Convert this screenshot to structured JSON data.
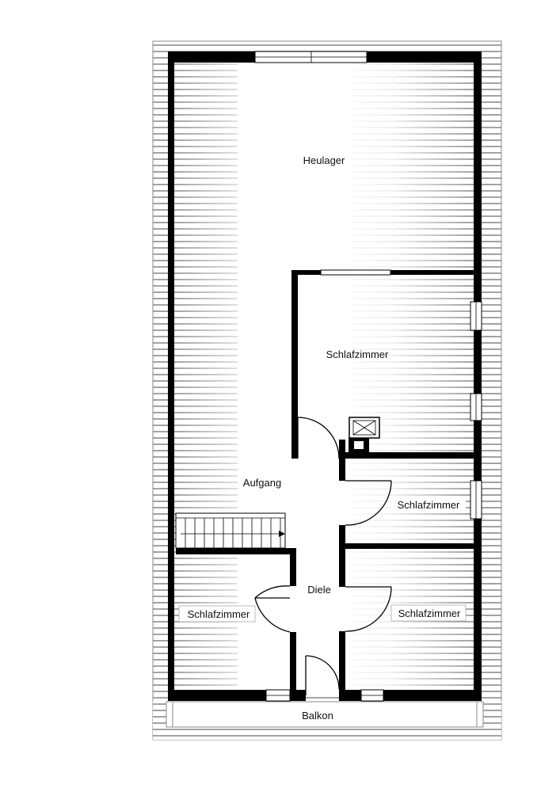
{
  "rooms": {
    "heulager": "Heulager",
    "schlafzimmer_ne": "Schlafzimmer",
    "aufgang": "Aufgang",
    "schlafzimmer_e": "Schlafzimmer",
    "diele": "Diele",
    "schlafzimmer_sw": "Schlafzimmer",
    "schlafzimmer_se": "Schlafzimmer",
    "balkon": "Balkon"
  },
  "colors": {
    "wall": "#000000",
    "hatch": "#9a9a9a",
    "background": "#ffffff"
  },
  "icons": {
    "stair": "staircase-icon",
    "chimney": "chimney-icon",
    "door": "door-swing-icon",
    "window": "window-icon"
  }
}
